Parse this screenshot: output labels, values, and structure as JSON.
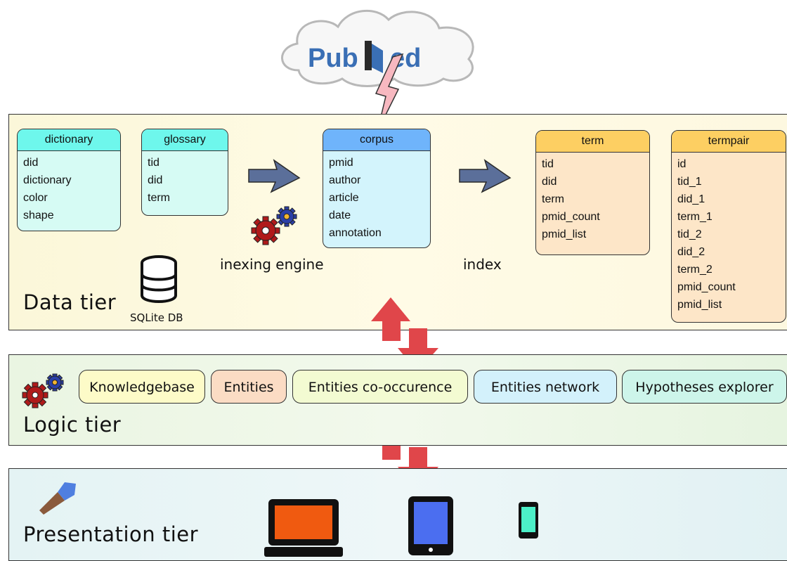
{
  "cloud": {
    "logo_pub": "Pub",
    "logo_med": "Med"
  },
  "tiers": {
    "data": "Data tier",
    "logic": "Logic tier",
    "presentation": "Presentation tier"
  },
  "tables": [
    {
      "title": "dictionary",
      "fields": [
        "did",
        "dictionary",
        "color",
        "shape"
      ],
      "header_color": "#6ef7ec",
      "body_color": "#d6fbf4"
    },
    {
      "title": "glossary",
      "fields": [
        "tid",
        "did",
        "term"
      ],
      "header_color": "#6ef7ec",
      "body_color": "#d6fbf4"
    },
    {
      "title": "corpus",
      "fields": [
        "pmid",
        "author",
        "article",
        "date",
        "annotation"
      ],
      "header_color": "#6fb4fb",
      "body_color": "#d3f4fc"
    },
    {
      "title": "term",
      "fields": [
        "tid",
        "did",
        "term",
        "pmid_count",
        "pmid_list"
      ],
      "header_color": "#fdcf62",
      "body_color": "#fde6c8"
    },
    {
      "title": "termpair",
      "fields": [
        "id",
        "tid_1",
        "did_1",
        "term_1",
        "tid_2",
        "did_2",
        "term_2",
        "pmid_count",
        "pmid_list"
      ],
      "header_color": "#fdcf62",
      "body_color": "#fde6c8"
    }
  ],
  "labels": {
    "engine": "inexing engine",
    "index": "index",
    "db": "SQLite DB"
  },
  "modules": [
    {
      "label": "Knowledgebase",
      "color": "#fdfbc8"
    },
    {
      "label": "Entities",
      "color": "#fbdcc4"
    },
    {
      "label": "Entities  co-occurence",
      "color": "#f3fbd2"
    },
    {
      "label": "Entities network",
      "color": "#d3f1fb"
    },
    {
      "label": "Hypotheses explorer",
      "color": "#cdf5ea"
    }
  ],
  "icons": [
    "cloud-icon",
    "lightning-icon",
    "gear-icon",
    "database-icon",
    "arrow-right-icon",
    "double-arrow-icon",
    "paintbrush-icon",
    "laptop-icon",
    "tablet-icon",
    "phone-icon"
  ]
}
